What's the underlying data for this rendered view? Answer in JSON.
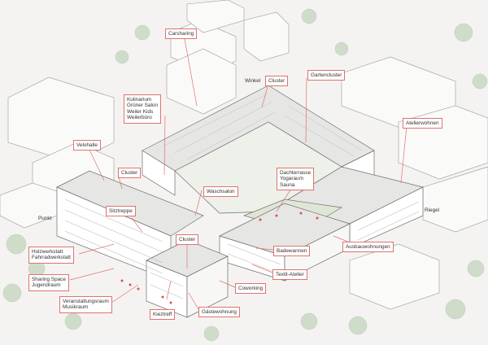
{
  "labels": {
    "carsharing": "Carsharing",
    "winkel": "Winkel",
    "cluster_top": "Cluster",
    "gartencluster": "Gartencluster",
    "kulinarium": "Kulinarium\nGrüner Salon\nWeiler Kids\nWeilerbüro",
    "atelierwohnen": "Atelierwohnen",
    "velohalle": "Velohalle",
    "cluster_left": "Cluster",
    "dachterrasse": "Dachterrasse\nYogaraum\nSauna",
    "waschsalon": "Waschsalon",
    "sitztreppe": "Sitztreppe",
    "punkt": "Punkt",
    "riegel": "Riegel",
    "cluster_mid": "Cluster",
    "holzwerkstatt": "Holzwerkstatt\nFahrradwerkstatt",
    "ausbauwohnungen": "Ausbauwohnungen",
    "badewannen": "Badewannen",
    "textil_atelier": "Textil-Atelier",
    "sharing_space": "Sharing Space\nJugendraum",
    "coworking": "Coworking",
    "veranstaltungsraum": "Veranstaltungsraum\nMusikraum",
    "kieztreff": "Kieztreff",
    "gaestewohnung": "Gästewohnung"
  },
  "colors": {
    "accent": "#e0736e",
    "building_roof": "#e6e6e4",
    "building_wall": "#ffffff",
    "ground": "#f4f3f1",
    "tree": "#c9d9c4",
    "flower": "#d9534f"
  }
}
